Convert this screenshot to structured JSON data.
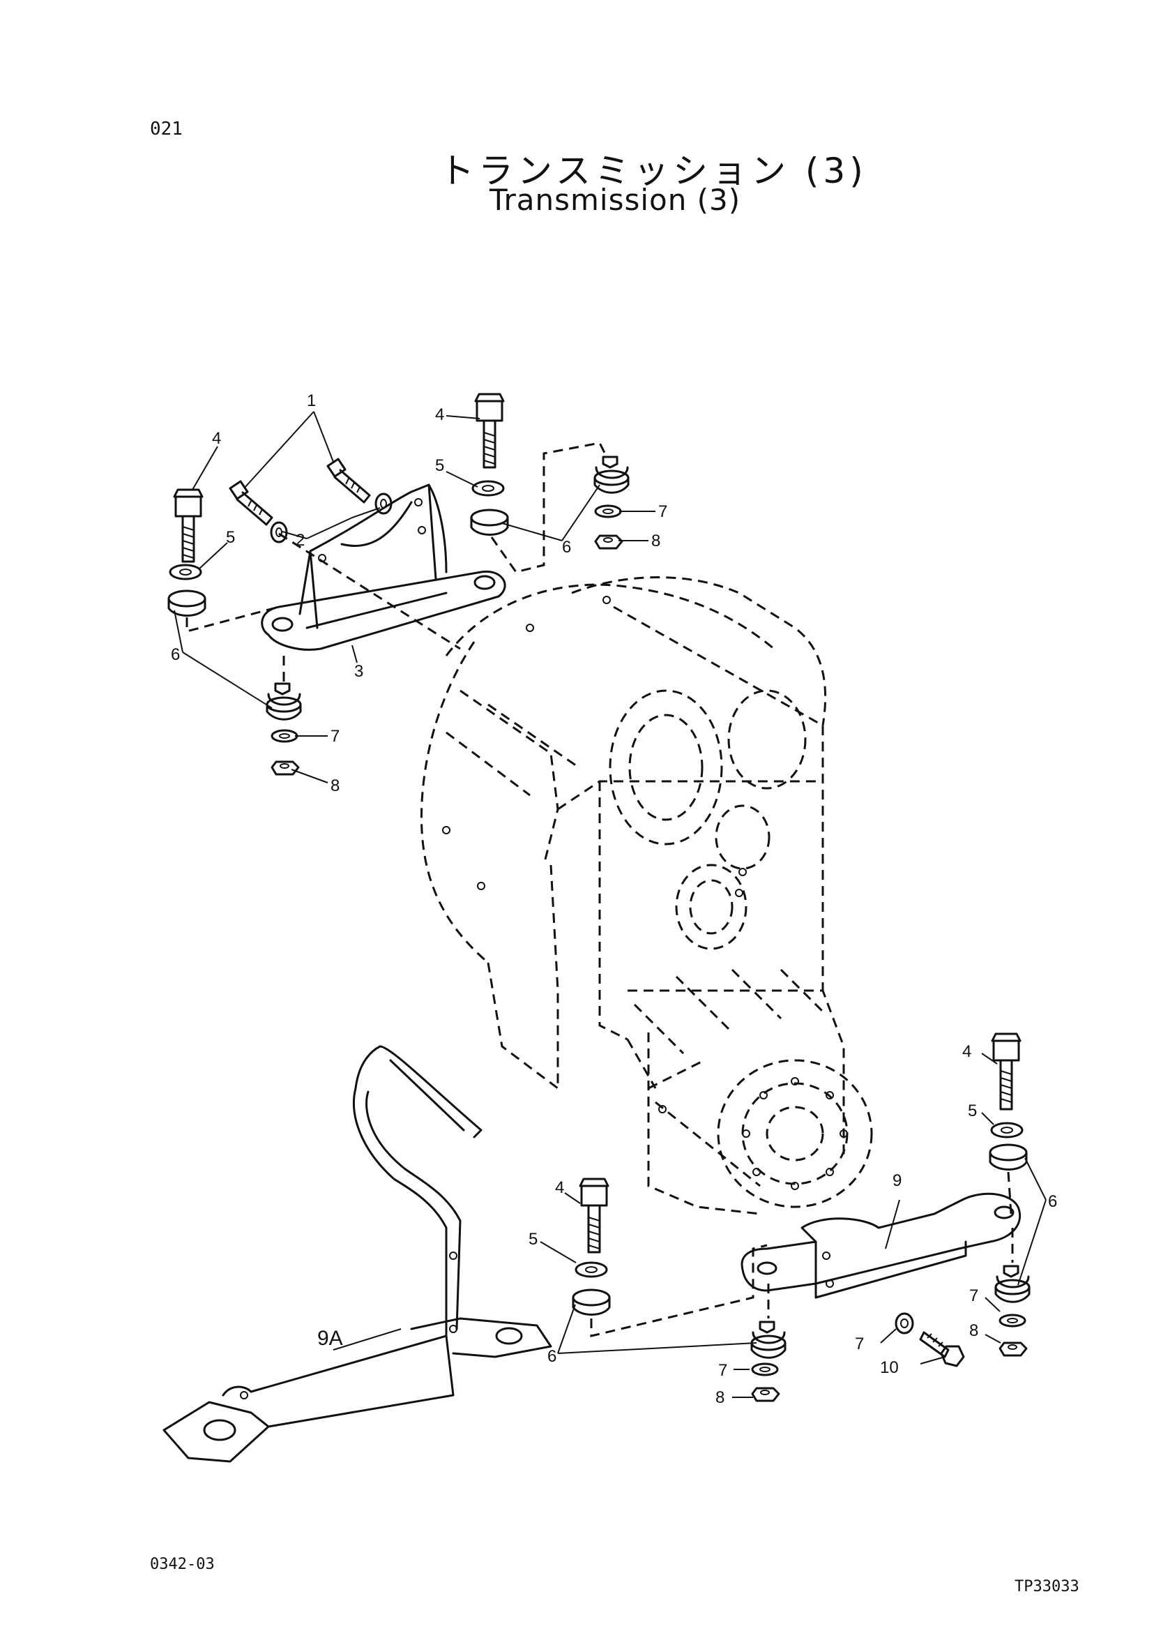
{
  "header": {
    "page_code": "021",
    "title_japanese": "トランスミッション (3)",
    "title_english": "Transmission (3)"
  },
  "footer": {
    "left_code": "0342-03",
    "right_code": "TP33033"
  },
  "callouts": [
    "1",
    "2",
    "3",
    "4",
    "5",
    "6",
    "7",
    "8",
    "9",
    "9A",
    "10"
  ]
}
